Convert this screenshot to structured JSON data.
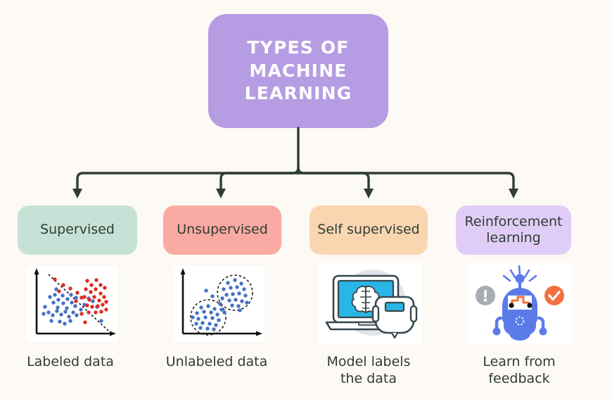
{
  "page": {
    "background_color": "#fdf9f5",
    "line_color": "#2f3d33",
    "text_color": "#2f3d33"
  },
  "title": {
    "text": "Types of\nMachine\nLearning",
    "box_color": "#b69ce2",
    "text_color": "#ffffff"
  },
  "categories": [
    {
      "label": "Supervised",
      "box_color": "#c6e2d6",
      "caption": "Labeled data",
      "illustration": "labeled-scatter-plot-icon"
    },
    {
      "label": "Unsupervised",
      "box_color": "#f9aaa2",
      "caption": "Unlabeled data",
      "illustration": "clustered-scatter-plot-icon"
    },
    {
      "label": "Self supervised",
      "box_color": "#fad6b0",
      "caption": "Model labels\nthe data",
      "illustration": "laptop-brain-robot-icon"
    },
    {
      "label": "Reinforcement\nlearning",
      "box_color": "#e0cdf7",
      "caption": "Learn from\nfeedback",
      "illustration": "robot-feedback-icon"
    }
  ],
  "palette": {
    "scatter_blue": "#4472c4",
    "scatter_red": "#e02b20",
    "laptop_screen_cyan": "#29b6e5",
    "laptop_outline": "#37474f",
    "robot_blue": "#5b7ce8",
    "robot_accent_orange": "#f4713c",
    "check_orange": "#f2713f",
    "alert_gray": "#a9adb2"
  },
  "chart_data": [
    {
      "type": "scatter",
      "title": "Labeled data",
      "series": [
        {
          "name": "class-blue",
          "color": "#4472c4",
          "n_points": 34
        },
        {
          "name": "class-red",
          "color": "#e02b20",
          "n_points": 32
        }
      ],
      "annotations": [
        "dashed decision boundary"
      ],
      "grid": false,
      "legend": "none"
    },
    {
      "type": "scatter",
      "title": "Unlabeled data",
      "series": [
        {
          "name": "unlabeled",
          "color": "#4472c4",
          "n_points": 44
        }
      ],
      "annotations": [
        "dashed cluster circle",
        "dashed cluster circle"
      ],
      "grid": false,
      "legend": "none"
    }
  ]
}
